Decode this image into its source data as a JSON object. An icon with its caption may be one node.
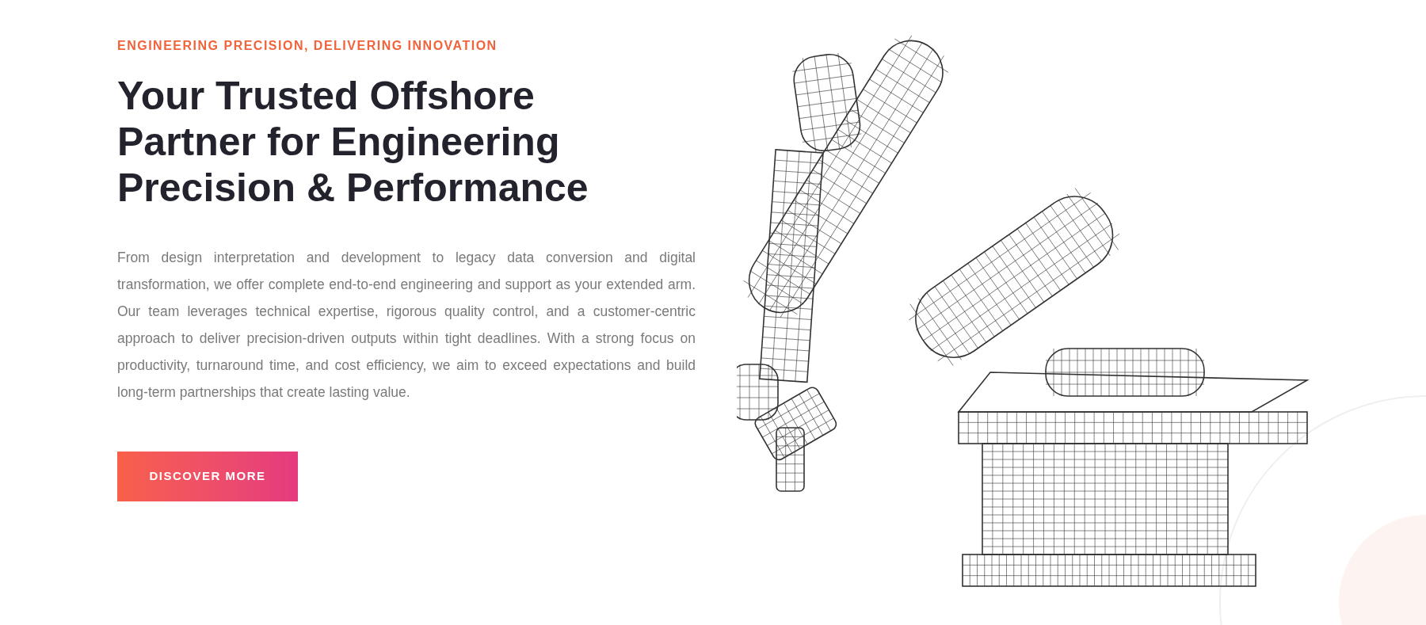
{
  "diagram": {
    "title": "Your Trusted Offshore Partner for Engineering Precision & Performance",
    "labels": [
      "ENGINEERING PRECISION, DELIVERING INNOVATION",
      "From design interpretation and development to legacy data conversion and digital transformation, we offer complete end-to-end engineering and support as your extended arm. Our team leverages technical expertise, rigorous quality control, and a customer-centric approach to deliver precision-driven outputs within tight deadlines. With a strong focus on productivity, turnaround time, and cost efficiency, we aim to exceed expectations and build long-term partnerships that create lasting value.",
      "DISCOVER MORE"
    ]
  }
}
